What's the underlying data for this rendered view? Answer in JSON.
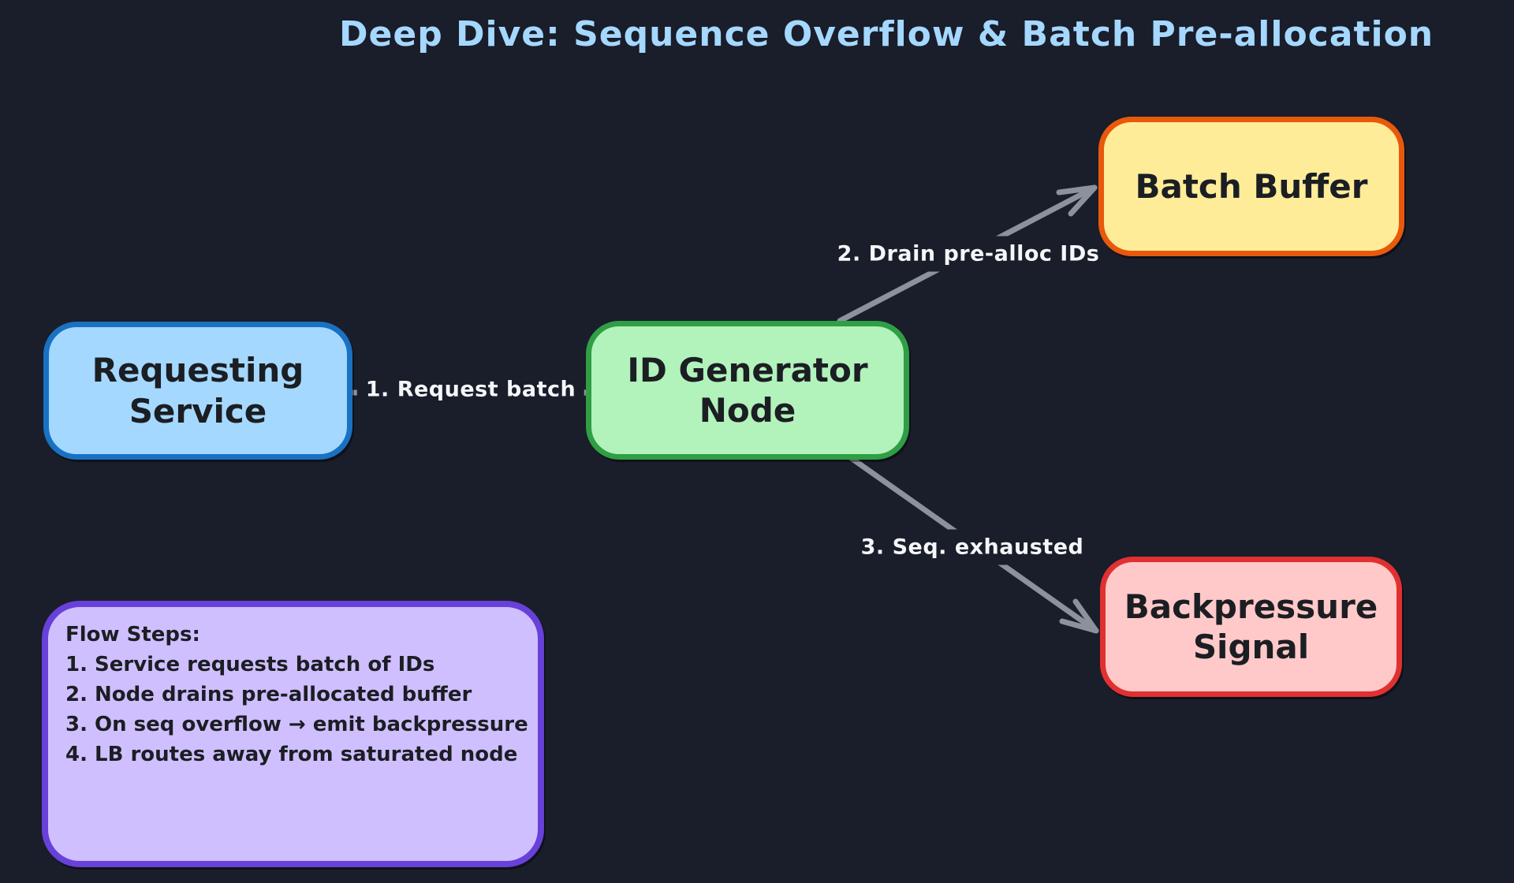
{
  "title": "Deep Dive: Sequence Overflow & Batch Pre-allocation",
  "colors": {
    "background": "#1a1d2a",
    "title_text": "#a5d8ff",
    "arrow": "#8b929b",
    "edge_label_text": "#f4f6f8",
    "node_text": "#1b1e23",
    "requesting_service_fill": "#a5d8ff",
    "requesting_service_border": "#1971c2",
    "id_generator_fill": "#b2f2bb",
    "id_generator_border": "#2f9e44",
    "batch_buffer_fill": "#ffec99",
    "batch_buffer_border": "#e8590c",
    "backpressure_fill": "#ffc9c9",
    "backpressure_border": "#e03131",
    "note_fill": "#d0bfff",
    "note_border": "#6741d9"
  },
  "nodes": {
    "requesting_service": {
      "lines": [
        "Requesting",
        "Service"
      ]
    },
    "id_generator_node": {
      "lines": [
        "ID Generator",
        "Node"
      ]
    },
    "batch_buffer": {
      "lines": [
        "Batch Buffer"
      ]
    },
    "backpressure_signal": {
      "lines": [
        "Backpressure",
        "Signal"
      ]
    }
  },
  "edges": [
    {
      "label": "1. Request batch",
      "from": "requesting_service",
      "to": "id_generator_node"
    },
    {
      "label": "2. Drain pre-alloc IDs",
      "from": "id_generator_node",
      "to": "batch_buffer"
    },
    {
      "label": "3. Seq. exhausted",
      "from": "id_generator_node",
      "to": "backpressure_signal"
    }
  ],
  "note": {
    "heading": "Flow Steps:",
    "steps": [
      "1. Service requests batch of IDs",
      "2. Node drains pre-allocated buffer",
      "3. On seq overflow → emit backpressure",
      "4. LB routes away from saturated node"
    ]
  }
}
